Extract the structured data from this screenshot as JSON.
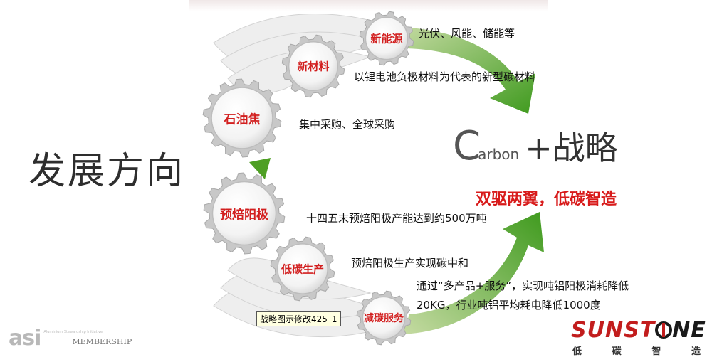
{
  "diagram": {
    "left_title": "发展方向",
    "right_title": {
      "big_letter": "C",
      "small_text": "arbon",
      "suffix": "+战略"
    },
    "slogan": "双驱两翼，低碳智造",
    "gears": [
      {
        "label": "新能源",
        "description": "光伏、风能、储能等"
      },
      {
        "label": "新材料",
        "description": "以锂电池负极材料为代表的新型碳材料"
      },
      {
        "label": "石油焦",
        "description": "集中采购、全球采购"
      },
      {
        "label": "预焙阳极",
        "description": "十四五末预焙阳极产能达到约500万吨"
      },
      {
        "label": "低碳生产",
        "description": "预焙阳极生产实现碳中和"
      },
      {
        "label": "减碳服务",
        "description_line1": "通过“多产品+服务”，实现吨铝阳极消耗降低",
        "description_line2": "20KG，行业吨铝平均耗电降低1000度"
      }
    ]
  },
  "tooltip": "战略图示修改425_1",
  "footer": {
    "asi_mark": "asi",
    "asi_small": "Aluminium Stewardship Initiative",
    "membership": "MEMBERSHIP",
    "brand_part1": "SUNST",
    "brand_part2": "NE",
    "brand_cn": [
      "低",
      "碳",
      "智",
      "造"
    ]
  },
  "colors": {
    "accent_red": "#d21f1f",
    "arrow_green": "#5aa82a",
    "gear_gray": "#c8c8c8"
  }
}
